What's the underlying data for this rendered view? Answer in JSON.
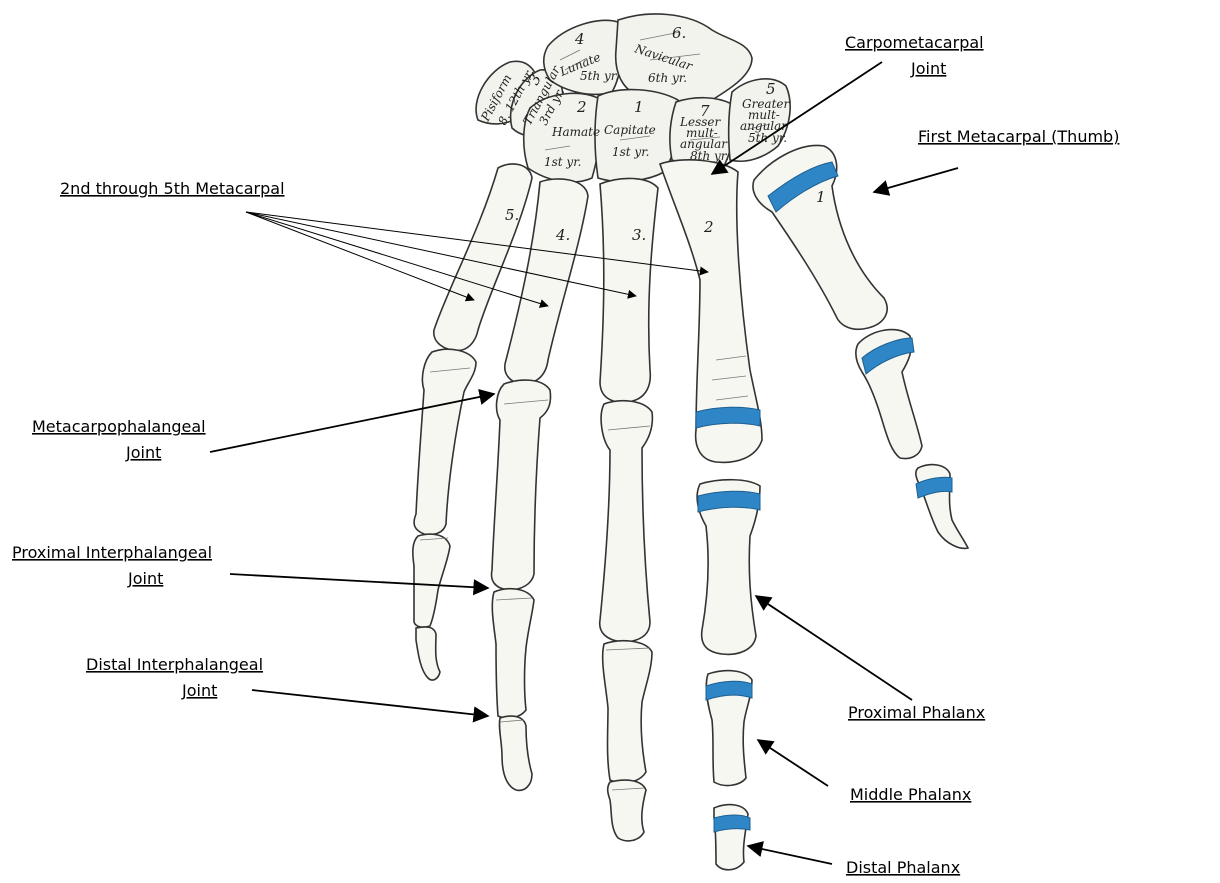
{
  "colors": {
    "joint_highlight": "#2f86c6",
    "bone_fill": "#f7f7f2",
    "outline": "#333333",
    "text": "#000000"
  },
  "labels": {
    "carpometacarpal": [
      "Carpometacarpal",
      "Joint"
    ],
    "first_metacarpal": "First Metacarpal (Thumb)",
    "metacarpal_2_5": "2nd through 5th Metacarpal",
    "metacarpophalangeal": [
      "Metacarpophalangeal",
      "Joint"
    ],
    "proximal_interphalangeal": [
      "Proximal Interphalangeal",
      "Joint"
    ],
    "distal_interphalangeal": [
      "Distal Interphalangeal",
      "Joint"
    ],
    "proximal_phalanx": "Proximal Phalanx",
    "middle_phalanx": "Middle Phalanx",
    "distal_phalanx": "Distal Phalanx"
  },
  "carpals": {
    "pisiform": [
      "Pisiform",
      "8. 12th yr."
    ],
    "triangular": [
      "3",
      "Triangular",
      "3rd yr."
    ],
    "lunate": [
      "4",
      "Lunate",
      "5th yr."
    ],
    "navicular": [
      "6.",
      "Navicular",
      "6th yr."
    ],
    "hamate": [
      "2",
      "Hamate",
      "1st yr."
    ],
    "capitate": [
      "1",
      "Capitate",
      "1st yr."
    ],
    "lesser_multangular": [
      "7",
      "Lesser",
      "mult-",
      "angular",
      "8th yr."
    ],
    "greater_multangular": [
      "5",
      "Greater",
      "mult-",
      "angular",
      "5th yr."
    ]
  },
  "metacarpal_numbers": [
    "1",
    "2",
    "3.",
    "4.",
    "5."
  ]
}
